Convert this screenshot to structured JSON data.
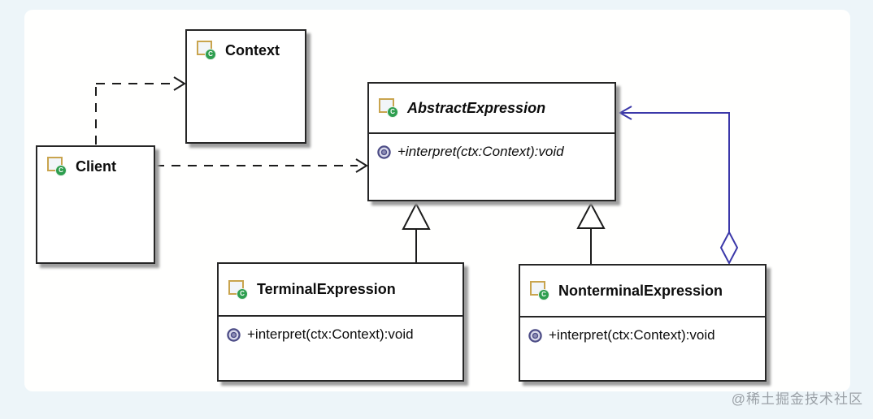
{
  "watermark": "@稀土掘金技术社区",
  "icons": {
    "class_letter": "C"
  },
  "classes": [
    {
      "name": "Context",
      "abstract": false,
      "methods": []
    },
    {
      "name": "Client",
      "abstract": false,
      "methods": []
    },
    {
      "name": "AbstractExpression",
      "abstract": true,
      "methods": [
        "+interpret(ctx:Context):void"
      ]
    },
    {
      "name": "TerminalExpression",
      "abstract": false,
      "methods": [
        "+interpret(ctx:Context):void"
      ]
    },
    {
      "name": "NonterminalExpression",
      "abstract": false,
      "methods": [
        "+interpret(ctx:Context):void"
      ]
    }
  ],
  "connectors": [
    {
      "type": "dependency-dashed-open-arrow",
      "from": "Client",
      "to": "Context"
    },
    {
      "type": "dependency-dashed-open-arrow",
      "from": "Client",
      "to": "AbstractExpression"
    },
    {
      "type": "generalization-hollow-triangle",
      "from": "TerminalExpression",
      "to": "AbstractExpression"
    },
    {
      "type": "generalization-hollow-triangle",
      "from": "NonterminalExpression",
      "to": "AbstractExpression"
    },
    {
      "type": "aggregation-hollow-diamond",
      "from": "NonterminalExpression",
      "to": "AbstractExpression"
    }
  ],
  "colors": {
    "connector_blue": "#3b38a9",
    "line_black": "#1c1c1c",
    "box_border": "#262626",
    "box_shadow": "#9e9e9e",
    "class_icon_border": "#c9a44e",
    "class_badge_green": "#2e9e4f",
    "method_icon_ring": "#4c4c86",
    "background": "#edf5f9",
    "canvas": "#fffffe",
    "watermark": "#9aa0a6"
  }
}
